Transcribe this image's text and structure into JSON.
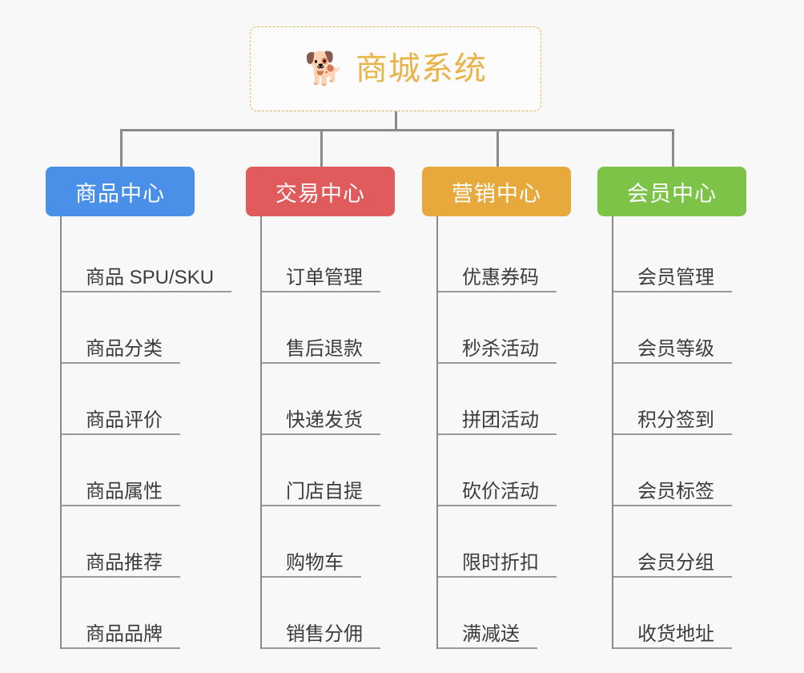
{
  "canvas": {
    "background": "#f8f8f8",
    "connector_color": "#8a8a8a"
  },
  "root": {
    "icon": "shiba-dog-face-icon",
    "emoji": "🐕",
    "title": "商城系统",
    "title_color": "#e8b44a",
    "border_color": "#e9b45c"
  },
  "columns": [
    {
      "id": "product-center",
      "label": "商品中心",
      "color": "#4a90e8",
      "items": [
        "商品 SPU/SKU",
        "商品分类",
        "商品评价",
        "商品属性",
        "商品推荐",
        "商品品牌"
      ]
    },
    {
      "id": "trade-center",
      "label": "交易中心",
      "color": "#e05c5c",
      "items": [
        "订单管理",
        "售后退款",
        "快递发货",
        "门店自提",
        "购物车",
        "销售分佣"
      ]
    },
    {
      "id": "marketing-center",
      "label": "营销中心",
      "color": "#e8a93c",
      "items": [
        "优惠券码",
        "秒杀活动",
        "拼团活动",
        "砍价活动",
        "限时折扣",
        "满减送"
      ]
    },
    {
      "id": "member-center",
      "label": "会员中心",
      "color": "#7dc348",
      "items": [
        "会员管理",
        "会员等级",
        "积分签到",
        "会员标签",
        "会员分组",
        "收货地址"
      ]
    }
  ]
}
